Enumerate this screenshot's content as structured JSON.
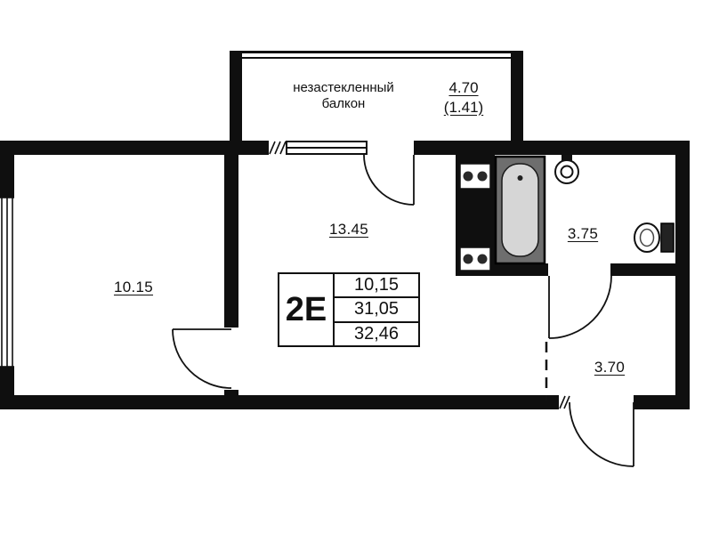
{
  "colors": {
    "wall": "#0f0f0f",
    "line": "#111111",
    "tub_body": "#6e6e6e",
    "tub_inner": "#d6d6d6"
  },
  "balcony": {
    "name_line1": "незастекленный",
    "name_line2": "балкон",
    "area": "4.70",
    "area_reduced": "(1.41)"
  },
  "areas": {
    "room": "10.15",
    "living_kitchen": "13.45",
    "bathroom": "3.75",
    "hallway": "3.70"
  },
  "stamp": {
    "apartment_type": "2Е",
    "rows": [
      "10,15",
      "31,05",
      "32,46"
    ]
  }
}
